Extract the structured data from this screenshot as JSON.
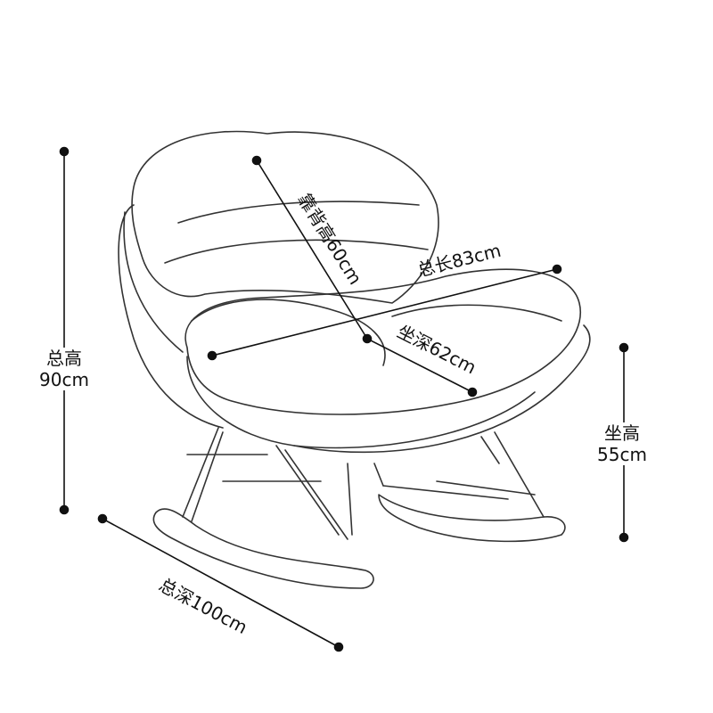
{
  "dimensions": {
    "total_height": {
      "label": "总高",
      "value": "90cm"
    },
    "seat_height": {
      "label": "坐高",
      "value": "55cm"
    },
    "total_depth": "总深100cm",
    "backrest_height": "靠背高60cm",
    "total_length": "总长83cm",
    "seat_depth": "坐深62cm"
  },
  "colors": {
    "line": "#111111",
    "chair": "#333333"
  }
}
